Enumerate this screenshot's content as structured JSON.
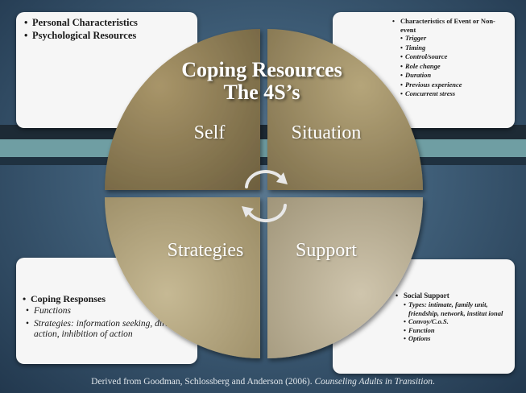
{
  "title": {
    "line1": "Coping Resources",
    "line2": "The 4S’s"
  },
  "quadrants": {
    "self": "Self",
    "situation": "Situation",
    "strategies": "Strategies",
    "support": "Support"
  },
  "self_box": {
    "items": [
      "Personal Characteristics",
      "Psychological Resources"
    ]
  },
  "situation_box": {
    "heading": "Characteristics of Event or Non-event",
    "items": [
      "Trigger",
      "Timing",
      "Control/source",
      "Role change",
      "Duration",
      "Previous experience",
      "Concurrent stress"
    ]
  },
  "strategies_box": {
    "heading": "Coping Responses",
    "items": [
      "Functions",
      "Strategies: information seeking, direct action, inhibition of action"
    ]
  },
  "support_box": {
    "heading": "Social Support",
    "items": [
      "Types: intimate, family unit, friendship, network, institut ional",
      "Convoy/C.o.S.",
      "Function",
      "Options"
    ]
  },
  "caption": {
    "prefix": "Derived from Goodman, Schlossberg and Anderson (2006). ",
    "title": "Counseling Adults in Transition",
    "suffix": "."
  },
  "colors": {
    "quad_self": "#8b7a56",
    "quad_situation": "#9a8a64",
    "quad_strategies": "#b0a27e",
    "quad_support": "#b8ad93",
    "accent_band": "#6f9ea3"
  }
}
